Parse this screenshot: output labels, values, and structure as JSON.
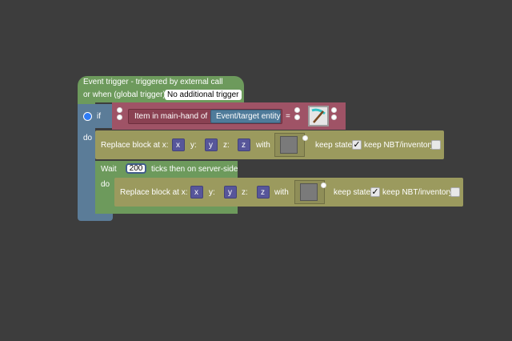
{
  "event": {
    "title": "Event trigger - triggered by external call",
    "global_label": "or when (global trigger):",
    "global_value": "No additional trigger",
    "do_label": "do"
  },
  "if_block": {
    "if_label": "if",
    "do_label": "do"
  },
  "condition": {
    "item_label": "Item in main-hand of",
    "entity_label": "Event/target entity",
    "equals": "="
  },
  "replace1": {
    "label": "Replace block at x:",
    "x": "x",
    "y_label": "y:",
    "y": "y",
    "z_label": "z:",
    "z": "z",
    "with": "with",
    "keep_state": "keep state",
    "keep_nbt": "keep NBT/inventory",
    "check_mark": "✓"
  },
  "wait": {
    "label": "Wait",
    "value": "200",
    "suffix": "ticks then on server-side",
    "do_label": "do"
  },
  "replace2": {
    "label": "Replace block at x:",
    "x": "x",
    "y_label": "y:",
    "y": "y",
    "z_label": "z:",
    "z": "z",
    "with": "with",
    "keep_state": "keep state",
    "keep_nbt": "keep NBT/inventory",
    "check_mark": "✓"
  }
}
